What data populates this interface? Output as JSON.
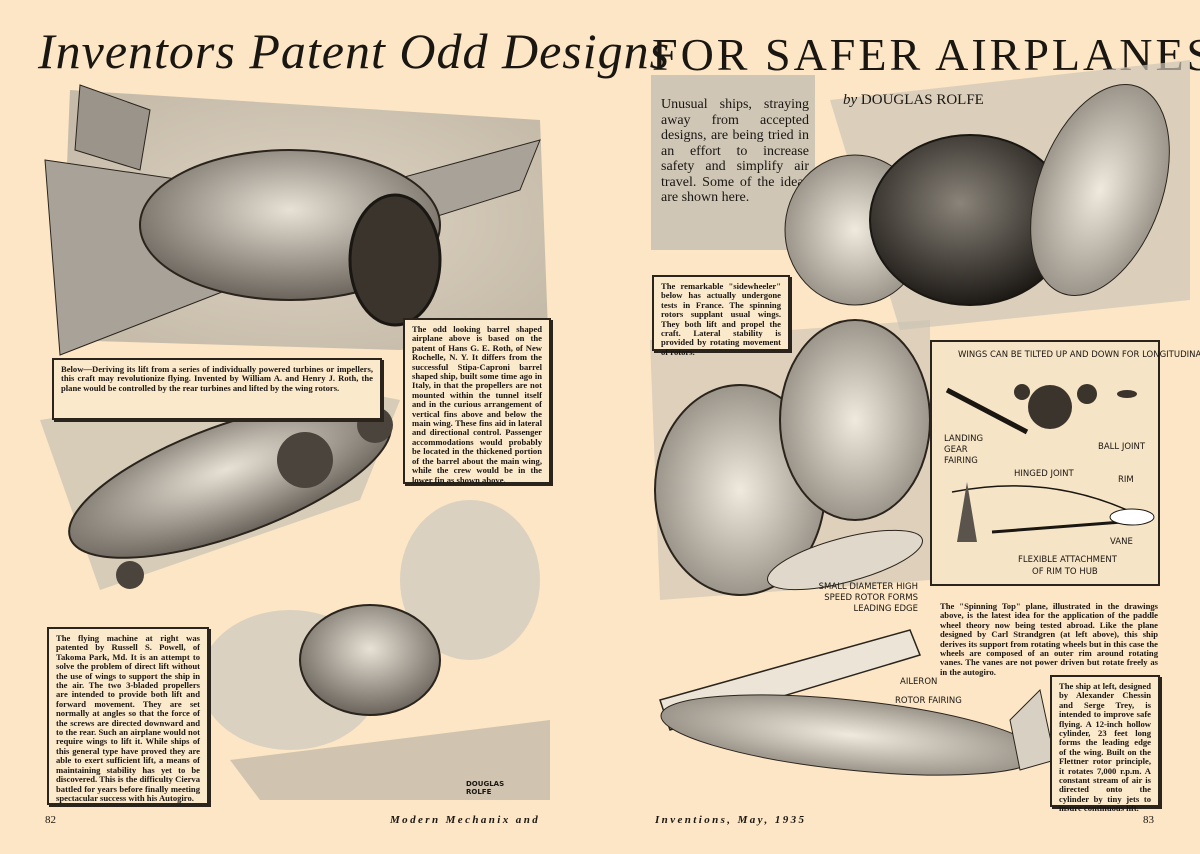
{
  "title_left": "Inventors Patent Odd Designs",
  "title_right": "FOR SAFER AIRPLANES",
  "byline": {
    "prefix": "by",
    "author": "DOUGLAS ROLFE"
  },
  "intro": "Unusual ships, straying away from accepted designs, are being tried in an effort to increase safety and simplify air travel. Some of the ideas are shown here.",
  "captions": {
    "roth_turbines": "Below—Deriving its lift from a series of individually powered turbines or impellers, this craft may revolutionize flying. Invented by William A. and Henry J. Roth, the plane would be controlled by the rear turbines and lifted by the wing rotors.",
    "barrel_plane": "The odd looking barrel shaped airplane above is based on the patent of Hans G. E. Roth, of New Rochelle, N. Y. It differs from the successful Stipa-Caproni barrel shaped ship, built some time ago in Italy, in that the propellers are not mounted within the tunnel itself and in the curious arrangement of vertical fins above and below the main wing. These fins aid in lateral and directional control. Passenger accommodations would probably be located in the thickened portion of the barrel about the main wing, while the crew would be in the lower fin as shown above.",
    "powell": "The flying machine at right was patented by Russell S. Powell, of Takoma Park, Md. It is an attempt to solve the problem of direct lift without the use of wings to support the ship in the air. The two 3-bladed propellers are intended to provide both lift and forward movement. They are set normally at angles so that the force of the screws are directed downward and to the rear. Such an airplane would not require wings to lift it. While ships of this general type have proved they are able to exert sufficient lift, a means of maintaining stability has yet to be discovered. This is the difficulty Cierva battled for years before finally meeting spectacular success with his Autogiro.",
    "sidewheeler": "The remarkable \"sidewheeler\" below has actually undergone tests in France. The spinning rotors supplant usual wings. They both lift and propel the craft. Lateral stability is provided by rotating movement of rotors.",
    "spinning_top": "The \"Spinning Top\" plane, illustrated in the drawings above, is the latest idea for the application of the paddle wheel theory now being tested abroad. Like the plane designed by Carl Strandgren (at left above), this ship derives its support from rotating wheels but in this case the wheels are composed of an outer rim around rotating vanes. The vanes are not power driven but rotate freely as in the autogiro.",
    "chessin_trey": "The ship at left, designed by Alexander Chessin and Serge Trey, is intended to improve safe flying. A 12-inch hollow cylinder, 23 feet long forms the leading edge of the wing. Built on the Flettner rotor principle, it rotates 7,000 r.p.m. A constant stream of air is directed onto the cylinder by tiny jets to insure continuous lift."
  },
  "diagram_labels": {
    "wings_tilt": "WINGS CAN BE TILTED UP AND DOWN FOR LONGITUDINAL CONTROL",
    "landing_gear": "LANDING GEAR FAIRING",
    "ball_joint": "BALL JOINT",
    "hinged_joint": "HINGED JOINT",
    "rim": "RIM",
    "vane": "VANE",
    "flexible_1": "FLEXIBLE ATTACHMENT",
    "flexible_2": "OF RIM TO HUB"
  },
  "rotor_labels": {
    "small_diameter": "SMALL DIAMETER HIGH SPEED ROTOR FORMS LEADING EDGE",
    "aileron": "AILERON",
    "rotor_fairing": "ROTOR FAIRING"
  },
  "signature": "DOUGLAS ROLFE",
  "footer": {
    "page_left": "82",
    "left_text": "Modern Mechanix and",
    "right_text": "Inventions, May, 1935",
    "page_right": "83"
  }
}
